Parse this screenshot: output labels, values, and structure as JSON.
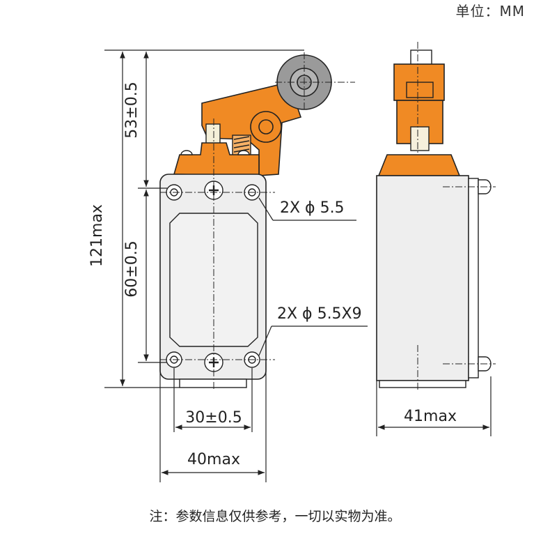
{
  "unit_label": "单位：MM",
  "dimensions": {
    "top_height": "53±0.5",
    "total_height": "121max",
    "mount_height": "60±0.5",
    "mount_width": "30±0.5",
    "body_width": "40max",
    "side_depth": "41max",
    "hole_top": "2X ϕ 5.5",
    "hole_bottom": "2X ϕ 5.5X9"
  },
  "note": "注：参数信息仅供参考，一切以实物为准。",
  "colors": {
    "accent": "#f08a24",
    "body": "#eeeeee",
    "line": "#222222"
  }
}
